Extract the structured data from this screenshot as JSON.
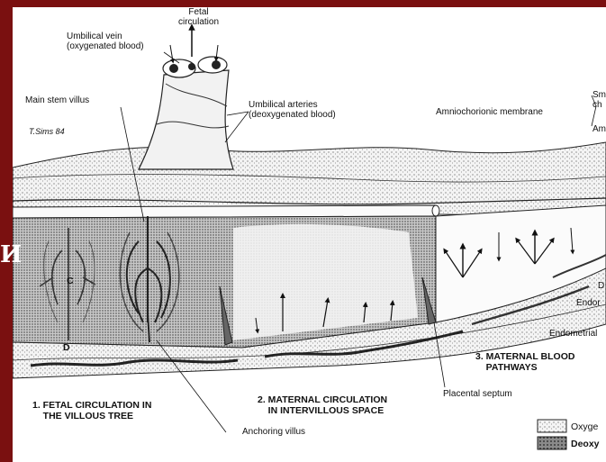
{
  "slide_fragment": "И",
  "labels": {
    "fetal_circulation": "Fetal\ncirculation",
    "umbilical_vein": "Umbilical vein\n(oxygenated blood)",
    "main_stem_villus": "Main stem villus",
    "umbilical_arteries": "Umbilical arteries\n(deoxygenated blood)",
    "amniochorionic_membrane": "Amniochorionic membrane",
    "membrane_top": "Sm\nch",
    "membrane_bottom": "Am",
    "signature": "T.Sims 84",
    "letter_c": "C",
    "letter_d": "D",
    "section_1": "1. FETAL CIRCULATION IN\n    THE VILLOUS TREE",
    "section_2": "2. MATERNAL CIRCULATION\n    IN INTERVILLOUS SPACE",
    "section_3": "3. MATERNAL BLOOD\n    PATHWAYS",
    "anchoring_villus": "Anchoring villus",
    "placental_septum": "Placental septum",
    "endometrial": "Endometrial",
    "endor": "Endor",
    "d_right": "D",
    "legend_oxygenated": "Oxyge",
    "legend_deoxygenated": "Deoxy"
  },
  "colors": {
    "frame": "#7a1010",
    "panel": "#ffffff",
    "ink": "#111111",
    "stipple_light": "#eaeaea",
    "stipple_dark": "#9a9a9a"
  }
}
